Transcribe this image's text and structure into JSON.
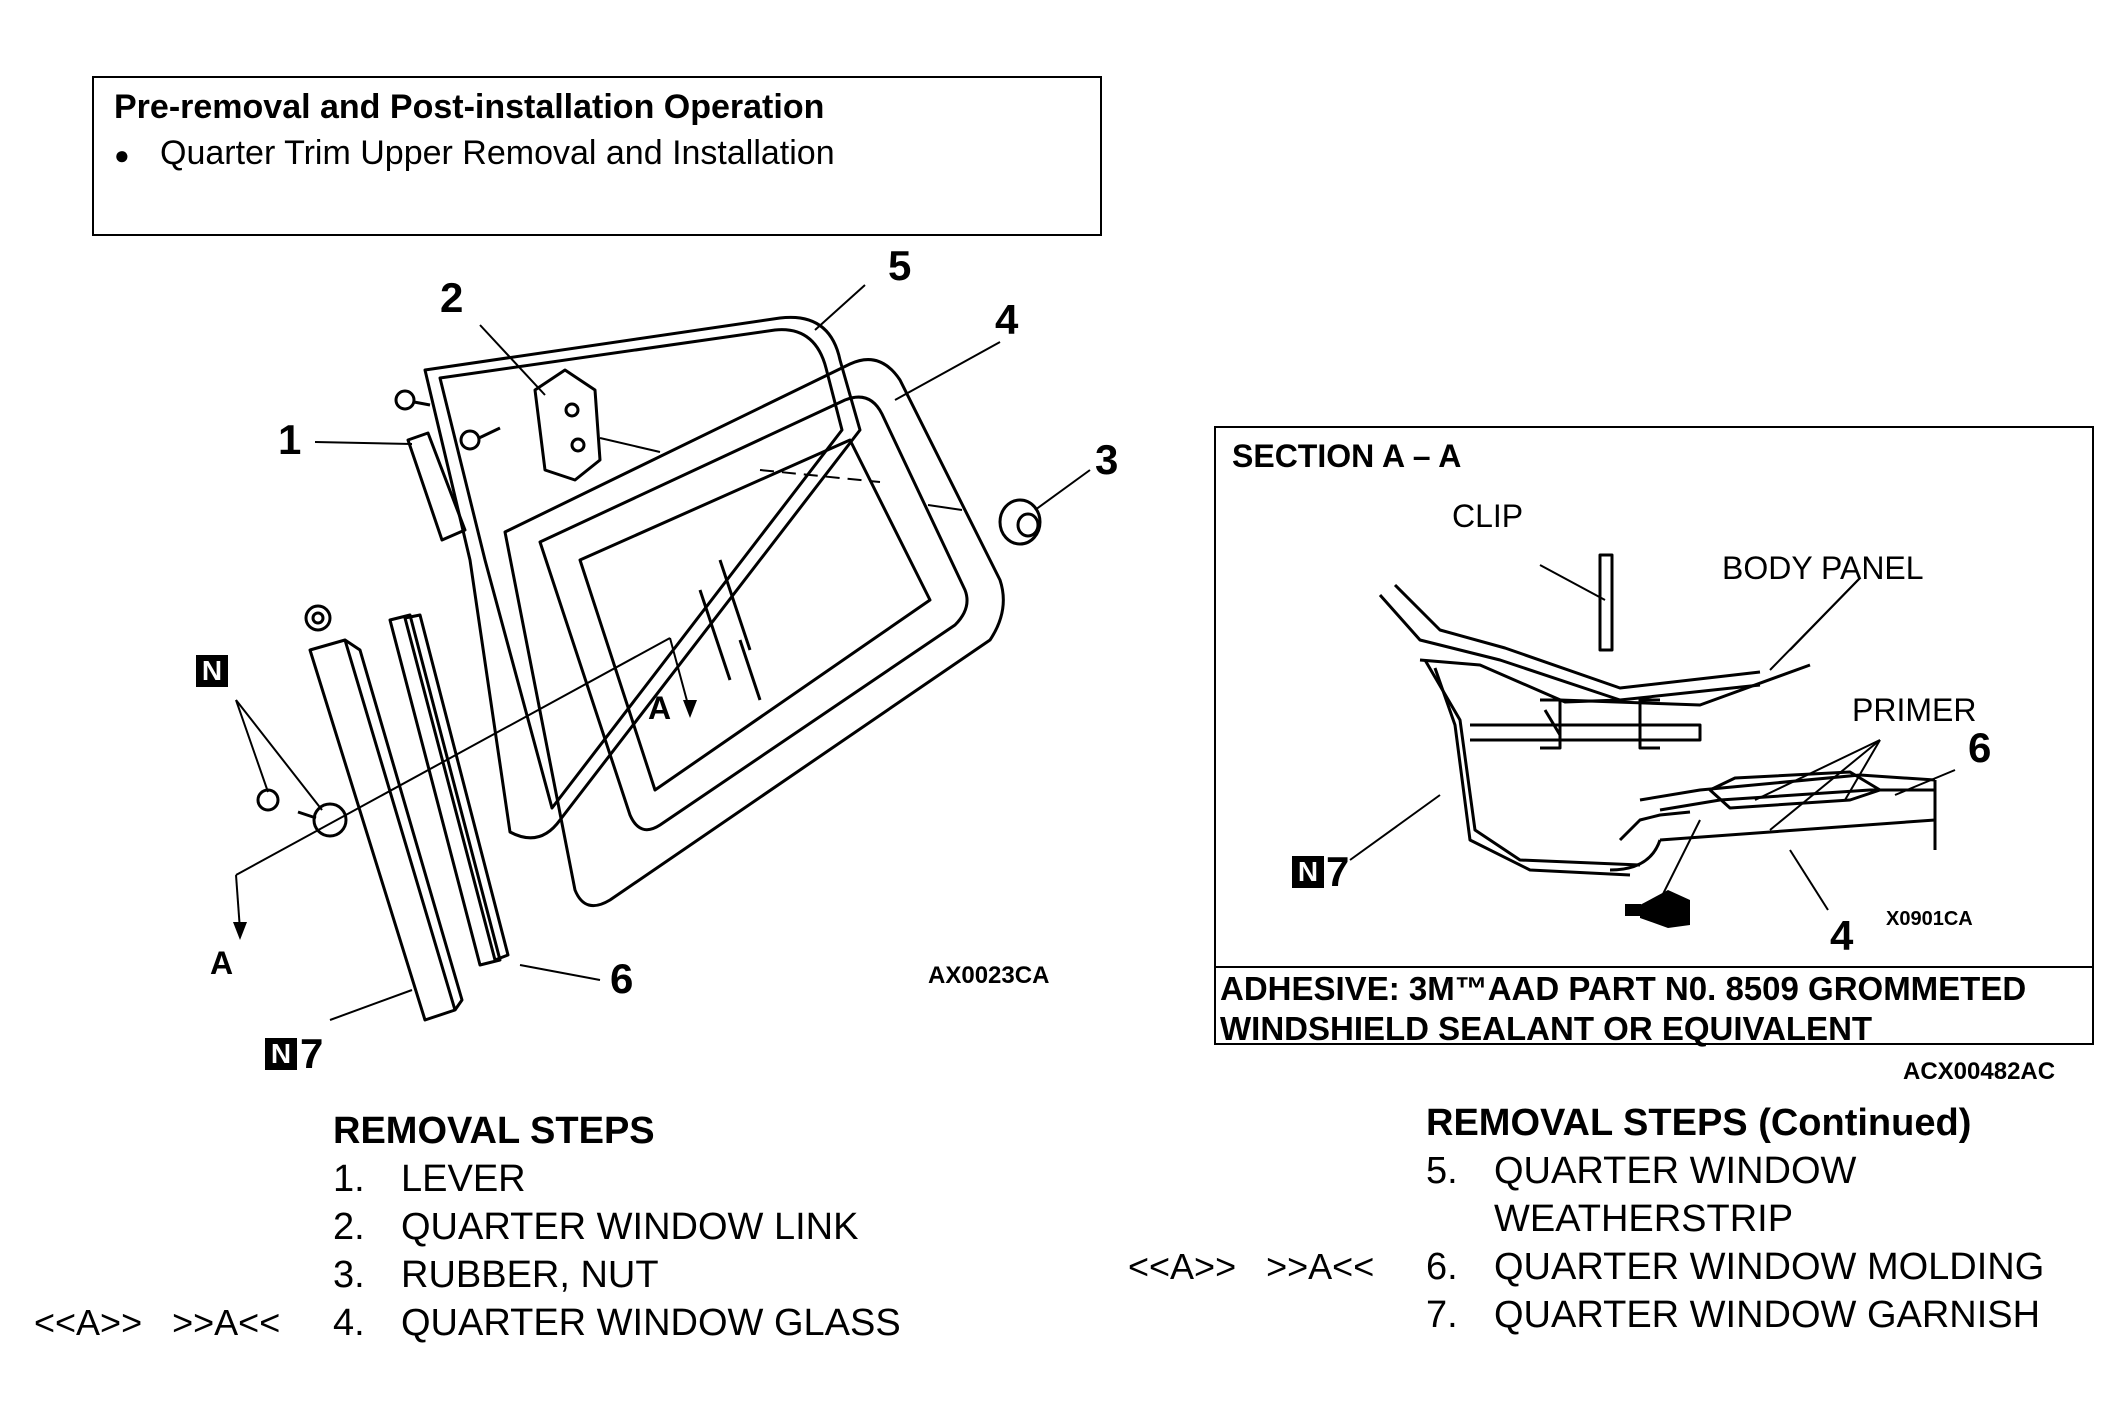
{
  "pre_box": {
    "title": "Pre-removal and Post-installation Operation",
    "bullet": "●",
    "item": "Quarter Trim Upper Removal and Installation"
  },
  "main_diagram": {
    "callouts": {
      "c1": "1",
      "c2": "2",
      "c3": "3",
      "c4": "4",
      "c5": "5",
      "c6": "6",
      "c7": "7",
      "a_upper": "A",
      "a_lower": "A"
    },
    "n_badge": "N",
    "code": "AX0023CA"
  },
  "section": {
    "title": "SECTION A – A",
    "clip": "CLIP",
    "body_panel": "BODY PANEL",
    "primer": "PRIMER",
    "c6": "6",
    "c4": "4",
    "c7": "7",
    "n_badge": "N",
    "code": "X0901CA",
    "adhesive_line1": "ADHESIVE: 3M™AAD PART N0. 8509 GROMMETED",
    "adhesive_line2": "WINDSHIELD SEALANT OR EQUIVALENT",
    "outer_code": "ACX00482AC"
  },
  "steps_left": {
    "title": "REMOVAL STEPS",
    "marker": "<<A>>   >>A<<",
    "items": [
      {
        "num": "1.",
        "label": "LEVER"
      },
      {
        "num": "2.",
        "label": "QUARTER WINDOW LINK"
      },
      {
        "num": "3.",
        "label": "RUBBER, NUT"
      },
      {
        "num": "4.",
        "label": "QUARTER WINDOW GLASS"
      }
    ]
  },
  "steps_right": {
    "title": "REMOVAL STEPS (Continued)",
    "marker": "<<A>>   >>A<<",
    "items": [
      {
        "num": "5.",
        "label": "QUARTER WINDOW"
      },
      {
        "num": "",
        "label": "WEATHERSTRIP"
      },
      {
        "num": "6.",
        "label": "QUARTER WINDOW MOLDING"
      },
      {
        "num": "7.",
        "label": "QUARTER WINDOW GARNISH"
      }
    ]
  }
}
